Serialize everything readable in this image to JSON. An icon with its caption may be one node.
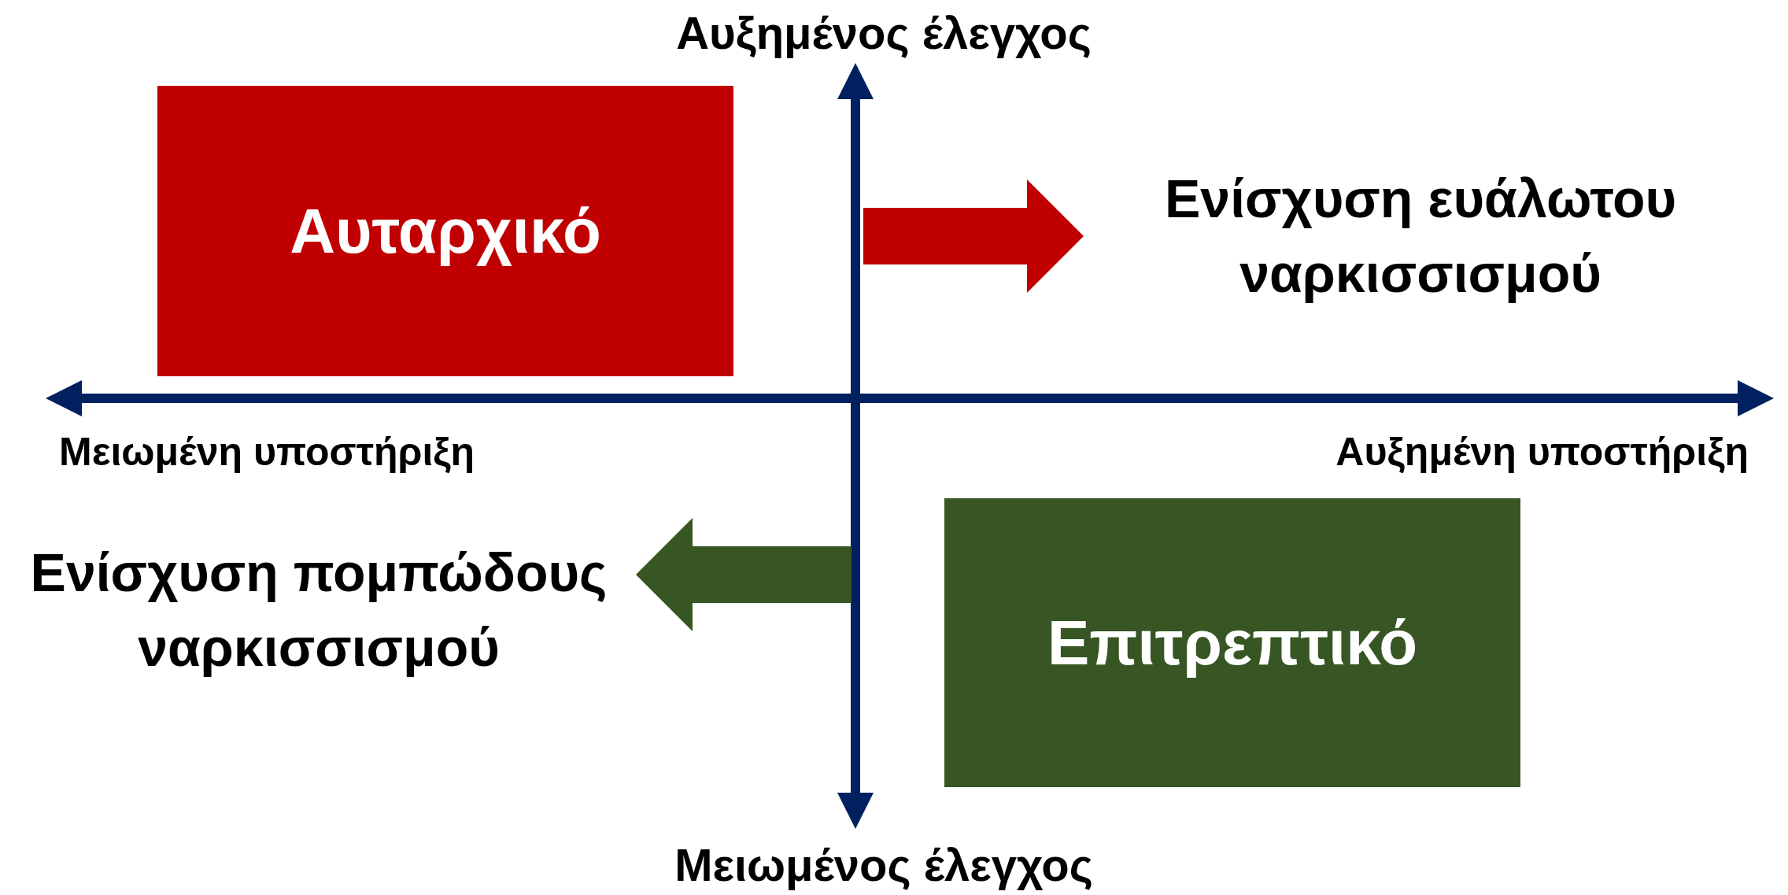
{
  "diagram": {
    "nodes": [
      {
        "text": [
          "Αυταρχικό"
        ]
      },
      {
        "text": [
          "Ενίσχυση ευάλωτου ναρκισσισμού"
        ]
      },
      {
        "text": [
          "Ενίσχυση πομπώδους ναρκισσισμού"
        ]
      },
      {
        "text": [
          "Επιτρεπτικό"
        ]
      }
    ],
    "edges": [
      {
        "from": null,
        "to": 1,
        "arrow": "to",
        "color": "#c00000"
      },
      {
        "from": null,
        "to": 2,
        "arrow": "to",
        "color": "#375623"
      }
    ],
    "labels": [
      "Αυξημένος έλεγχος",
      "Μειωμένη υποστήριξη",
      "Αυξημένη υποστήριξη",
      "Μειωμένος έλεγχος"
    ]
  }
}
